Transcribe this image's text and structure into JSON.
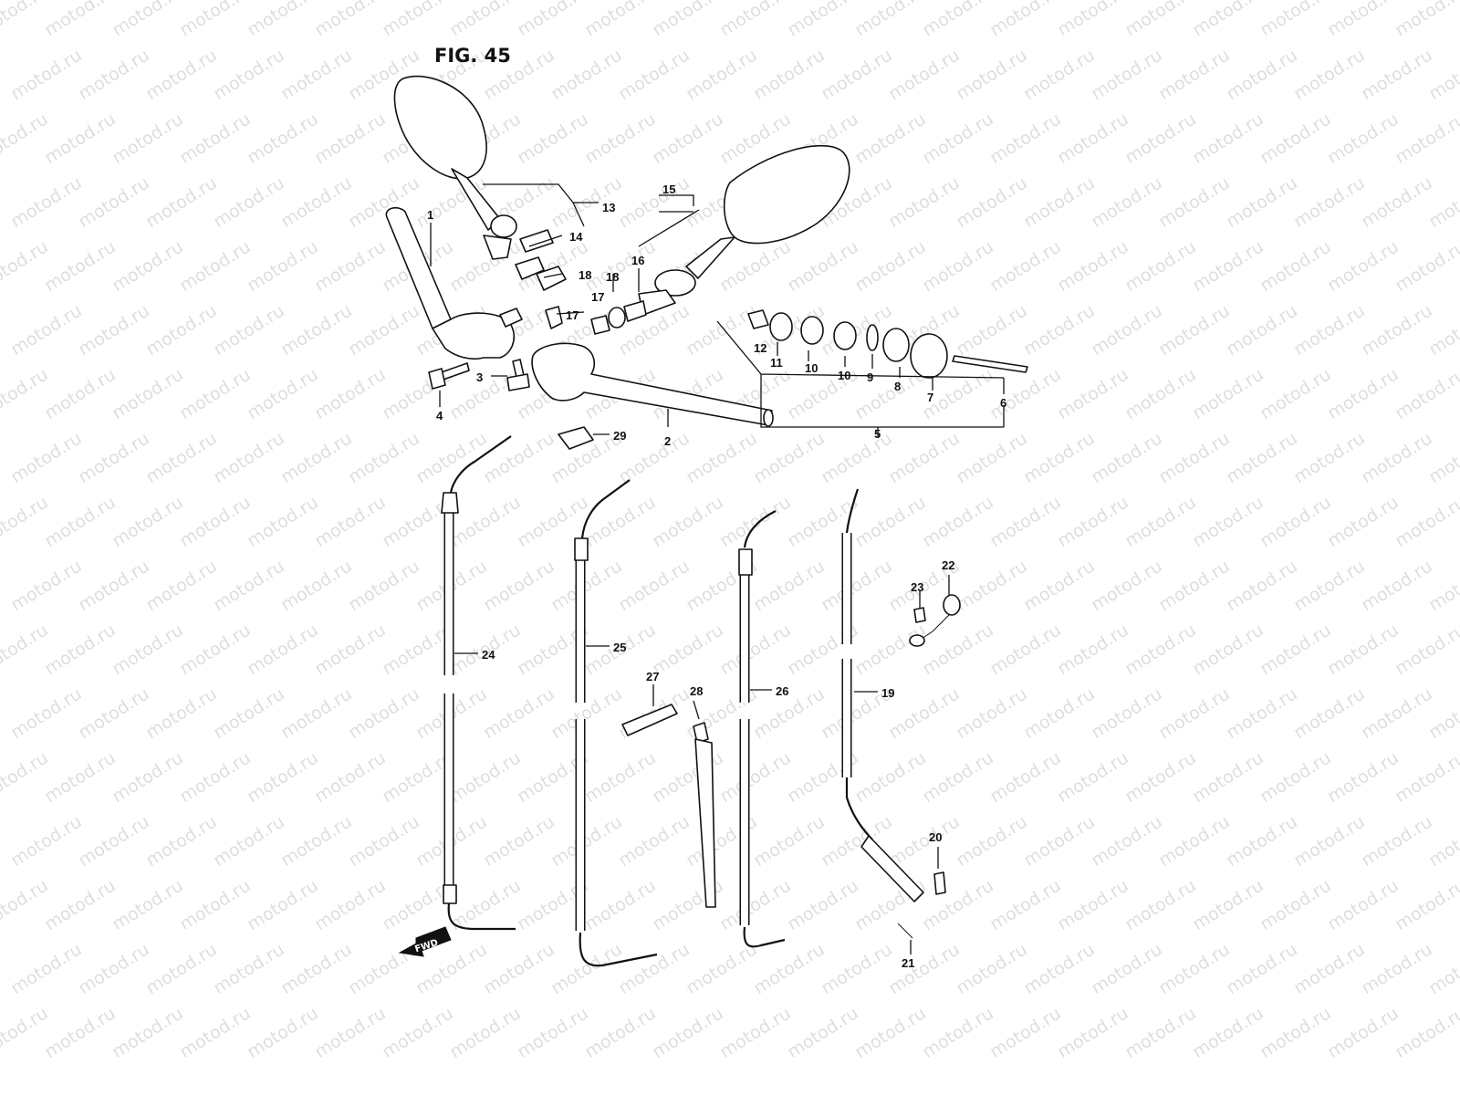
{
  "figure": {
    "title": "FIG. 45"
  },
  "watermark": {
    "text": "motod.ru"
  },
  "callouts": [
    "1",
    "2",
    "3",
    "4",
    "5",
    "6",
    "7",
    "8",
    "9",
    "10",
    "10",
    "11",
    "12",
    "13",
    "14",
    "15",
    "16",
    "17",
    "17",
    "18",
    "18",
    "19",
    "20",
    "21",
    "22",
    "23",
    "24",
    "25",
    "26",
    "27",
    "28",
    "29"
  ],
  "direction_arrow": {
    "text": "FWD"
  }
}
